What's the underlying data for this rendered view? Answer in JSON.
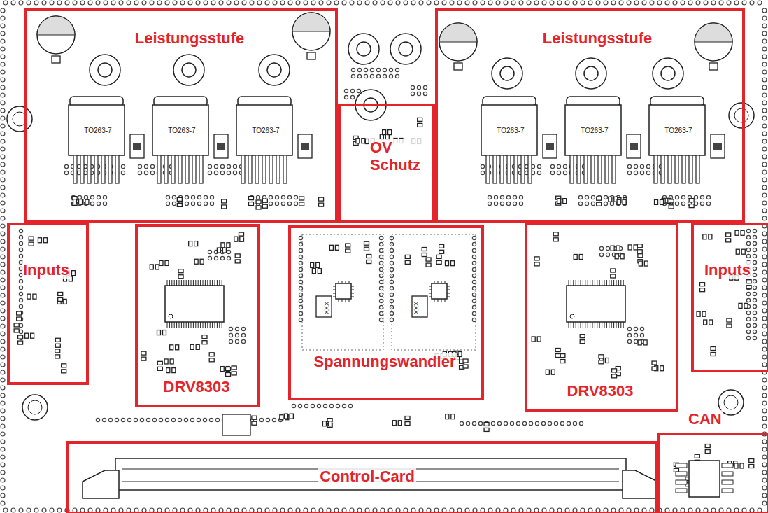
{
  "diagram": {
    "nodes": [
      {
        "text": [
          "Leistungsstufe"
        ]
      },
      {
        "text": [
          "OV Schutz"
        ]
      },
      {
        "text": [
          "Leistungsstufe"
        ]
      },
      {
        "text": [
          "Inputs"
        ]
      },
      {
        "text": [
          "DRV8303"
        ]
      },
      {
        "text": [
          "Spannungswandler"
        ]
      },
      {
        "text": [
          "DRV8303"
        ]
      },
      {
        "text": [
          "Inputs"
        ]
      },
      {
        "text": [
          "Control-Card"
        ]
      },
      {
        "text": [
          "CAN"
        ]
      }
    ],
    "labels": [
      "TO263-7",
      "TO263-7",
      "TO263-7",
      "TO263-7",
      "TO263-7",
      "TO263-7",
      "XXX",
      "XXX"
    ]
  }
}
